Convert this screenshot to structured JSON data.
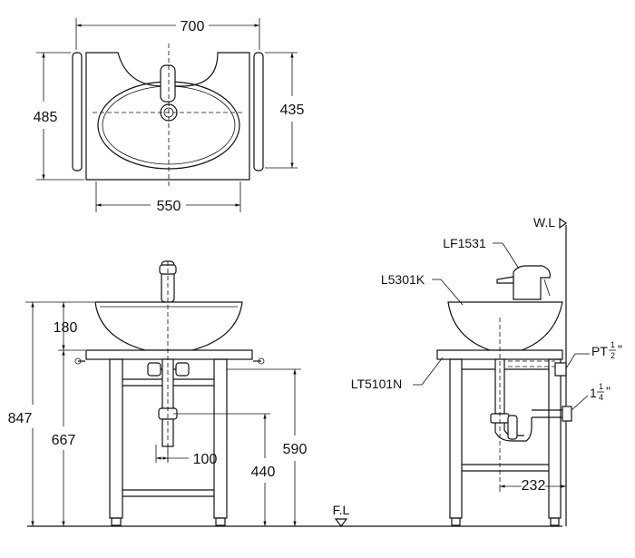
{
  "top_view": {
    "width_label": "700",
    "depth_label": "485",
    "inner_depth_label": "435",
    "inner_width_label": "550"
  },
  "front_view": {
    "overall_height_label": "847",
    "bowl_height_label": "180",
    "counter_height_label": "667",
    "drain_height_label": "590",
    "trap_height_label": "440",
    "drain_offset_label": "100"
  },
  "side_view": {
    "wall_line_label": "W.L",
    "floor_line_label": "F.L",
    "faucet_label": "LF1531",
    "basin_label": "L5301K",
    "stand_label": "LT5101N",
    "supply_label": "PT",
    "supply_frac_num": "1",
    "supply_frac_den": "2",
    "supply_unit": "\"",
    "drain_label": "1",
    "drain_frac_num": "1",
    "drain_frac_den": "4",
    "drain_unit": "\"",
    "wall_offset_label": "232"
  }
}
